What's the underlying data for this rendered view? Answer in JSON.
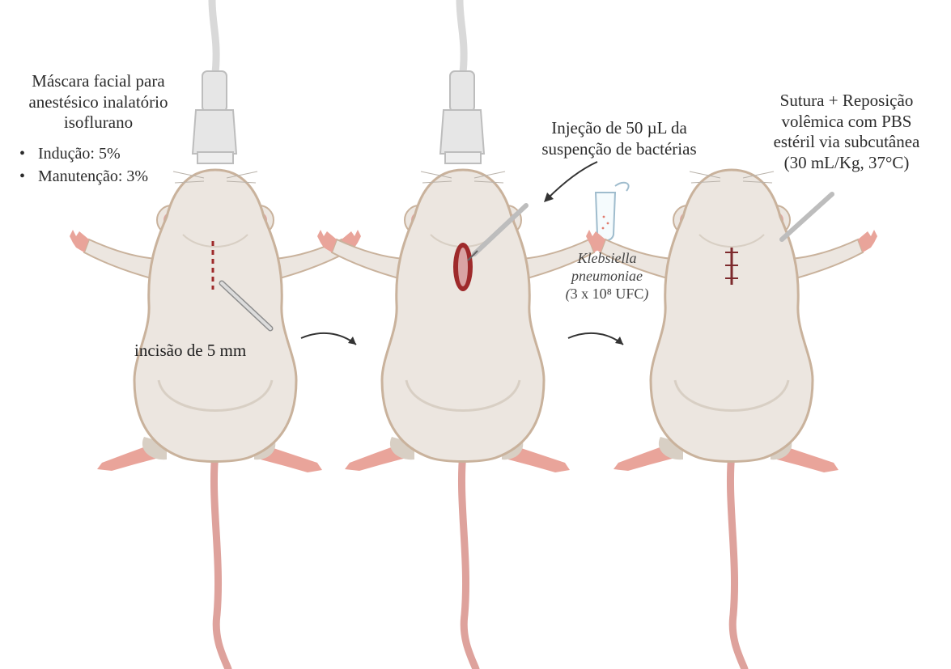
{
  "steps": {
    "anesthesia": {
      "title_lines": [
        "Máscara facial para",
        "anestésico inalatório",
        "isoflurano"
      ],
      "bullets": [
        "Indução: 5%",
        "Manutenção: 3%"
      ]
    },
    "incision": {
      "label": "incisão de 5 mm"
    },
    "injection": {
      "title_lines": [
        "Injeção de 50 µL da",
        "suspenção de bactérias"
      ]
    },
    "bacteria": {
      "name_line1": "Klebsiella",
      "name_line2": "pneumoniae",
      "dose_paren_open": "(",
      "dose": "3 x 10⁸ UFC",
      "dose_paren_close": ")"
    },
    "suture": {
      "title_lines": [
        "Sutura + Reposição",
        "volêmica com PBS",
        "estéril via subcutânea",
        "(30 mL/Kg, 37°C)"
      ]
    }
  },
  "colors": {
    "mouse_body": "#ece6e0",
    "mouse_outline": "#c9b29c",
    "mouse_shadow": "#d8cfc4",
    "ear_inner": "#e0a5a0",
    "paw": "#e9a49a",
    "tail": "#dea29c",
    "incision": "#9e2a2b",
    "mask": "#e6e6e6",
    "text": "#2b2b2b"
  },
  "icons": [
    "mouse-icon",
    "anesthesia-mask-icon",
    "scalpel-icon",
    "syringe-icon",
    "microtube-icon",
    "arrow-icon",
    "suture-icon"
  ]
}
